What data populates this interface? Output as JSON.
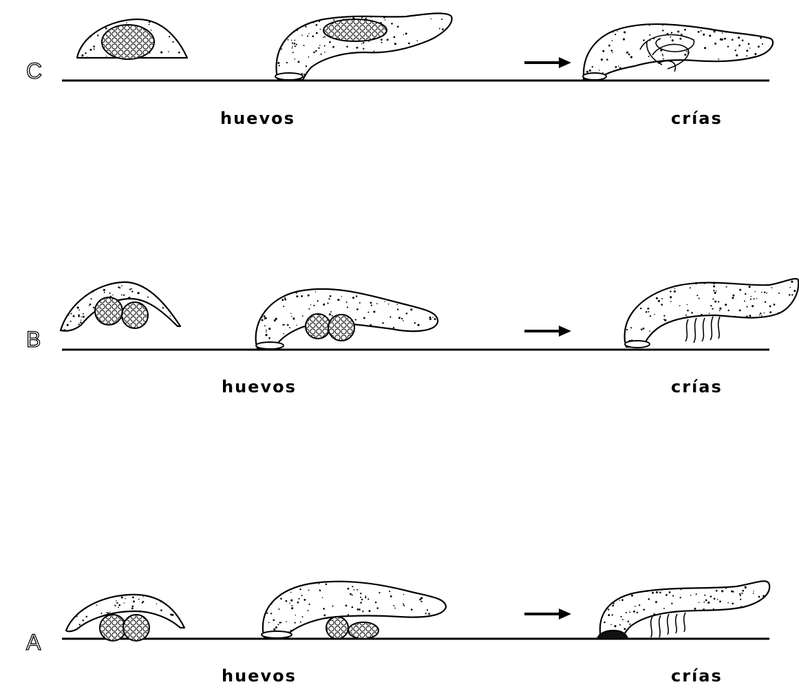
{
  "panels": [
    {
      "id": "C",
      "letter": "C",
      "left_label": "huevos",
      "right_label": "crías"
    },
    {
      "id": "B",
      "letter": "B",
      "left_label": "huevos",
      "right_label": "crías"
    },
    {
      "id": "A",
      "letter": "A",
      "left_label": "huevos",
      "right_label": "crías"
    }
  ],
  "icons": {
    "arrow": "right-arrow-icon"
  }
}
